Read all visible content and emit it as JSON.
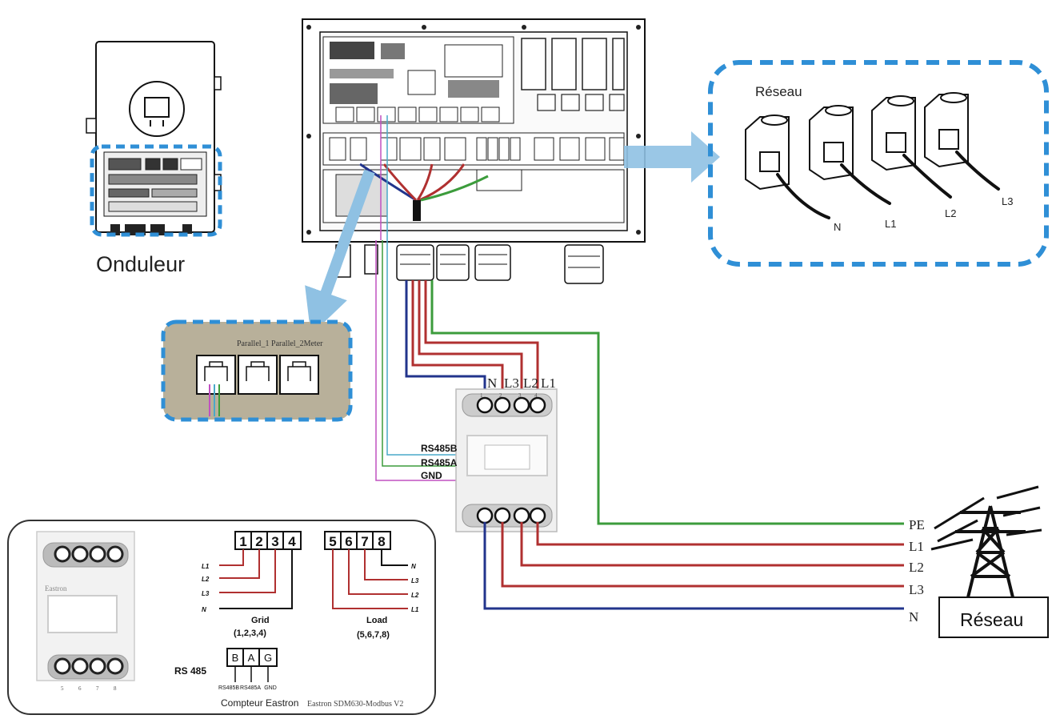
{
  "labels": {
    "inverter": "Onduleur",
    "grid_top": "Réseau",
    "grid_bottom": "Réseau",
    "port_labels": "Parallel_1 Parallel_2Meter",
    "caption_main": "Compteur Eastron",
    "caption_model": "Eastron SDM630-Modbus V2",
    "meter_brand": "Eastron",
    "rs485_title": "RS 485",
    "grid_label": "Grid",
    "grid_terms": "(1,2,3,4)",
    "load_label": "Load",
    "load_terms": "(5,6,7,8)"
  },
  "grid_terminals": [
    "N",
    "L1",
    "L2",
    "L3"
  ],
  "meter_top_terminals": [
    "N",
    "L3",
    "L2",
    "L1"
  ],
  "meter_top_tiny": [
    "1",
    "2",
    "3",
    "4"
  ],
  "rs485_wires": [
    "RS485B",
    "RS485A",
    "GND"
  ],
  "grid_lines": [
    "PE",
    "L1",
    "L2",
    "L3",
    "N"
  ],
  "detail_grid_numbers": [
    "1",
    "2",
    "3",
    "4"
  ],
  "detail_load_numbers": [
    "5",
    "6",
    "7",
    "8"
  ],
  "detail_grid_lines": [
    "L1",
    "L2",
    "L3",
    "N"
  ],
  "detail_load_lines": [
    "N",
    "L3",
    "L2",
    "L1"
  ],
  "detail_meter_bottom": [
    "5",
    "6",
    "7",
    "8"
  ],
  "detail_rs485_cells": [
    "B",
    "A",
    "G"
  ],
  "detail_rs485_wires": [
    "RS485B",
    "RS485A",
    "GND"
  ],
  "colors": {
    "highlight": "#2f8fd6",
    "arrow": "#8fc1e3",
    "line_red": "#b03030",
    "line_blue": "#22348c",
    "line_green": "#3c9c3c",
    "line_pink": "#c050c0",
    "line_cyan": "#4aa8c8",
    "panel_fill": "#b8b09a"
  }
}
